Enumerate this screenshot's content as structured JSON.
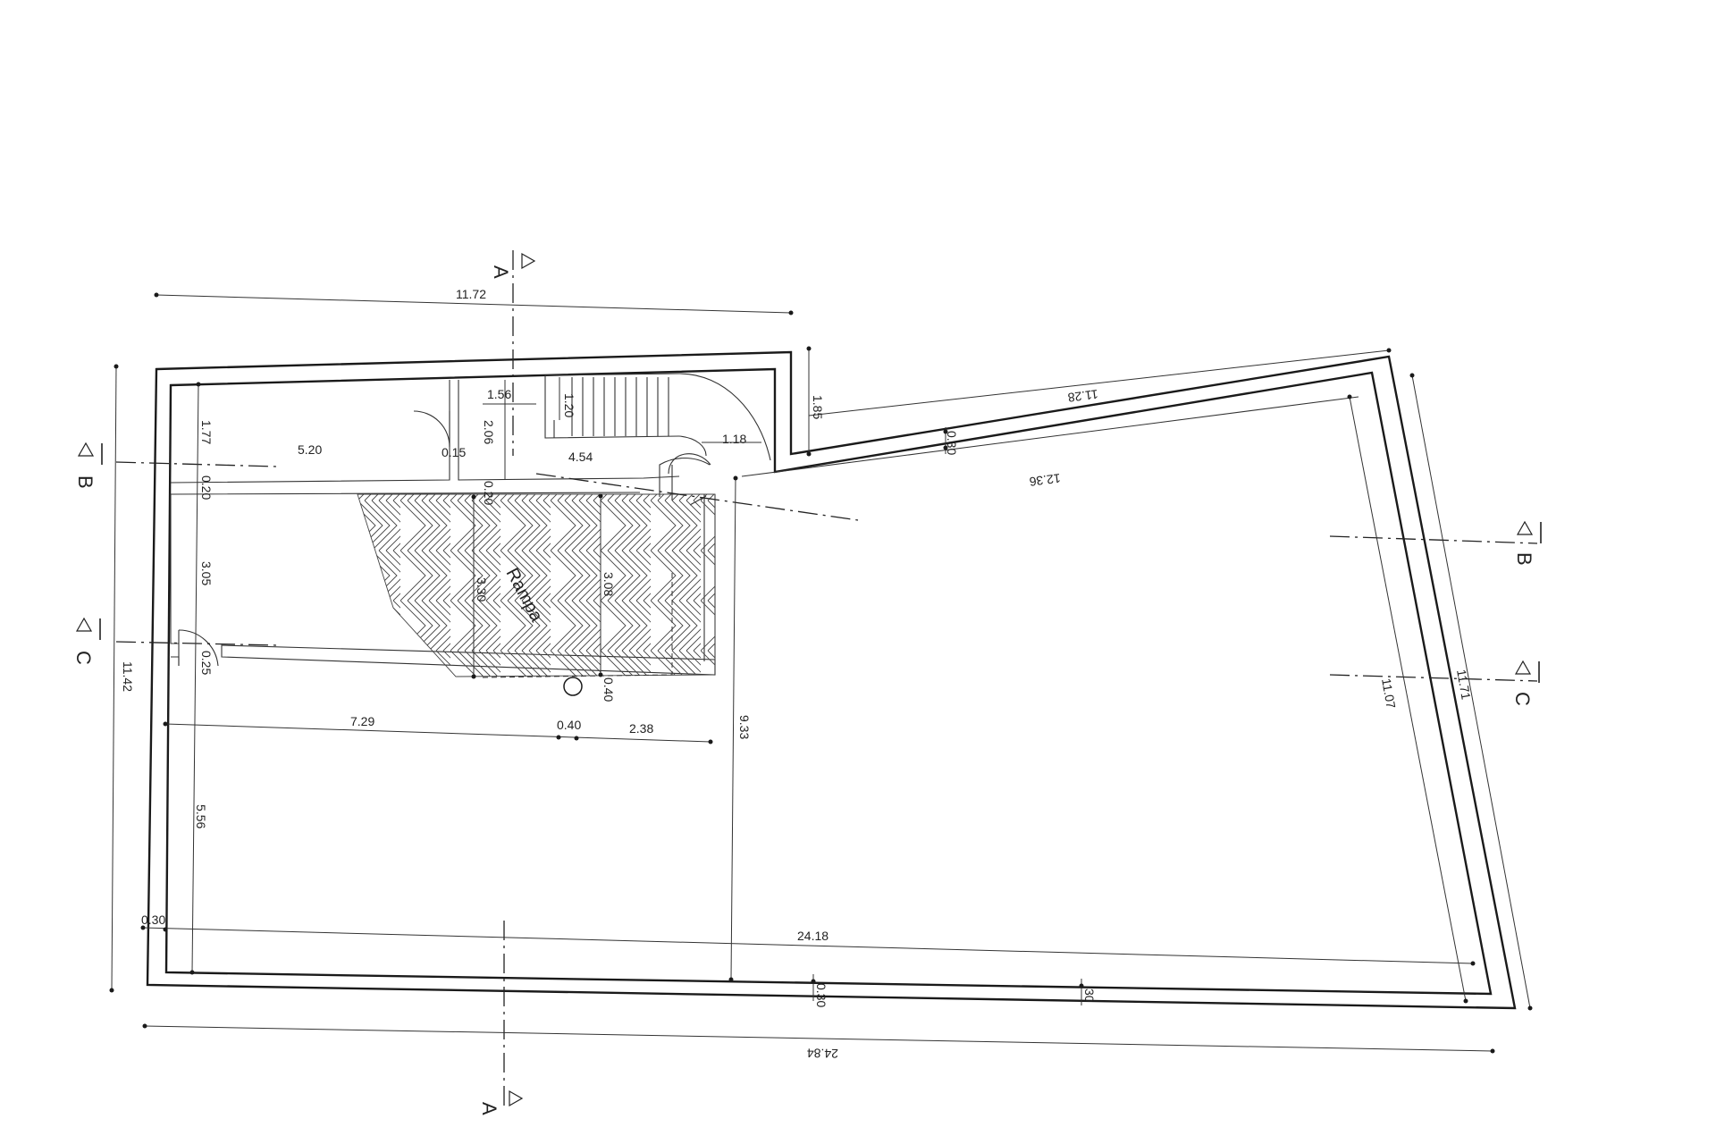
{
  "plan": {
    "ramp_label": "Rampa",
    "section_markers": [
      {
        "id": "top-a",
        "letter": "A"
      },
      {
        "id": "bottom-a",
        "letter": "A"
      },
      {
        "id": "left-b",
        "letter": "B"
      },
      {
        "id": "right-b",
        "letter": "B"
      },
      {
        "id": "left-c",
        "letter": "C"
      },
      {
        "id": "right-c",
        "letter": "C"
      }
    ],
    "dimensions": {
      "top_width": "11.72",
      "stair_width": "1.56",
      "stair_rise": "1.20",
      "stair_depth": "2.06",
      "stair_landing": "1.18",
      "corridor_length": "4.54",
      "left_room_width": "5.20",
      "wall_thickness_a": "0.15",
      "left_room_depth": "1.77",
      "wall_thickness_b": "0.20",
      "wall_thickness_c": "0.20",
      "step_height": "1.85",
      "wing_top_outer": "11.28",
      "wing_wall": "0.30",
      "wing_top_inner": "12.36",
      "ramp_height_left": "3.30",
      "ramp_height_right": "3.08",
      "store_depth": "3.05",
      "wall_thickness_d": "0.25",
      "column_offset": "0.40",
      "overall_depth_left": "11.42",
      "span_left": "7.29",
      "column_width": "0.40",
      "span_right": "2.38",
      "hall_depth": "9.33",
      "lower_depth": "5.56",
      "right_inner_depth": "11.07",
      "right_outer_depth": "11.71",
      "bottom_wall_left": "0.30",
      "inner_length": "24.18",
      "bottom_wall_mid": "0.30",
      "bottom_wall_right": "30",
      "overall_length": "24.84"
    }
  }
}
